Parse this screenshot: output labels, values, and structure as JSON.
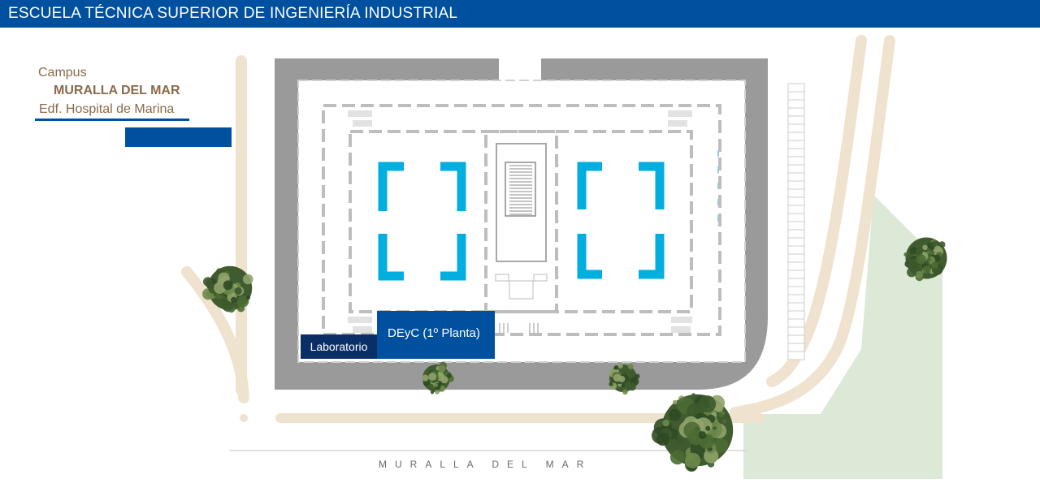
{
  "header": {
    "title": "ESCUELA TÉCNICA SUPERIOR DE INGENIERÍA INDUSTRIAL"
  },
  "campus": {
    "line1": "Campus",
    "line2": "MURALLA DEL MAR",
    "line3": "Edf. Hospital de Marina"
  },
  "rooms": {
    "laboratorio": "Laboratorio",
    "deyc": "DEyC (1º Planta)"
  },
  "street": {
    "label": "MURALLA DEL MAR"
  },
  "colors": {
    "brand_blue": "#0050a0",
    "lab_navy": "#0a2f66",
    "cyan": "#00aee0",
    "building_gray": "#9a9a9a",
    "path_beige": "#efe3cf",
    "green_area": "#dbe9d6"
  },
  "icons": [
    "tree-icon",
    "staircase-icon"
  ]
}
